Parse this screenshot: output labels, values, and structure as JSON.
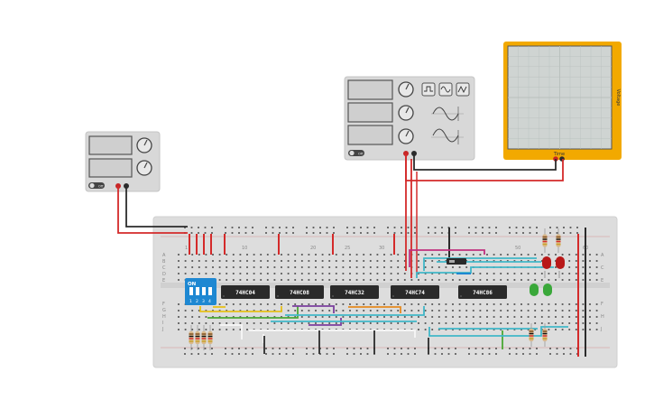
{
  "colors": {
    "background": "#ffffff",
    "breadboard": "#dddddd",
    "instrument_body": "#d8d8d8",
    "screen": "#cfcfcf",
    "oscilloscope_frame": "#f2a900",
    "oscilloscope_screen": "#cfd4d2",
    "chip": "#2a2a2a",
    "dip_switch": "#1e88d2",
    "wire_red": "#d42a2a",
    "wire_black": "#2b2b2b",
    "wire_cyan": "#41b7c8",
    "wire_yellow": "#e6c01a",
    "wire_green": "#4aa834",
    "wire_purple": "#7b3f9e",
    "wire_orange": "#e58a1f",
    "wire_magenta": "#c0307f",
    "wire_white": "#f4f4f4",
    "led_red": "#b81818",
    "led_green": "#3aa83a"
  },
  "power_supply": {
    "power_label": "Off",
    "icons": [
      "power-toggle-icon",
      "knob-icon",
      "knob-icon"
    ]
  },
  "function_generator": {
    "power_label": "Off",
    "waveform_buttons": [
      "square-wave-icon",
      "sine-wave-icon",
      "triangle-wave-icon"
    ]
  },
  "oscilloscope": {
    "y_label": "Voltage",
    "x_label": "Time"
  },
  "breadboard": {
    "column_numbers": [
      "1",
      "10",
      "20",
      "25",
      "30",
      "50",
      "60"
    ],
    "row_letters_top": [
      "A",
      "B",
      "C",
      "D",
      "E"
    ],
    "row_letters_bottom": [
      "F",
      "G",
      "H",
      "I",
      "J"
    ]
  },
  "dip_switch": {
    "label": "ON",
    "positions": [
      "1",
      "2",
      "3",
      "4"
    ]
  },
  "chips": [
    "74HC04",
    "74HC08",
    "74HC32",
    "74HC74",
    "74HC86"
  ]
}
